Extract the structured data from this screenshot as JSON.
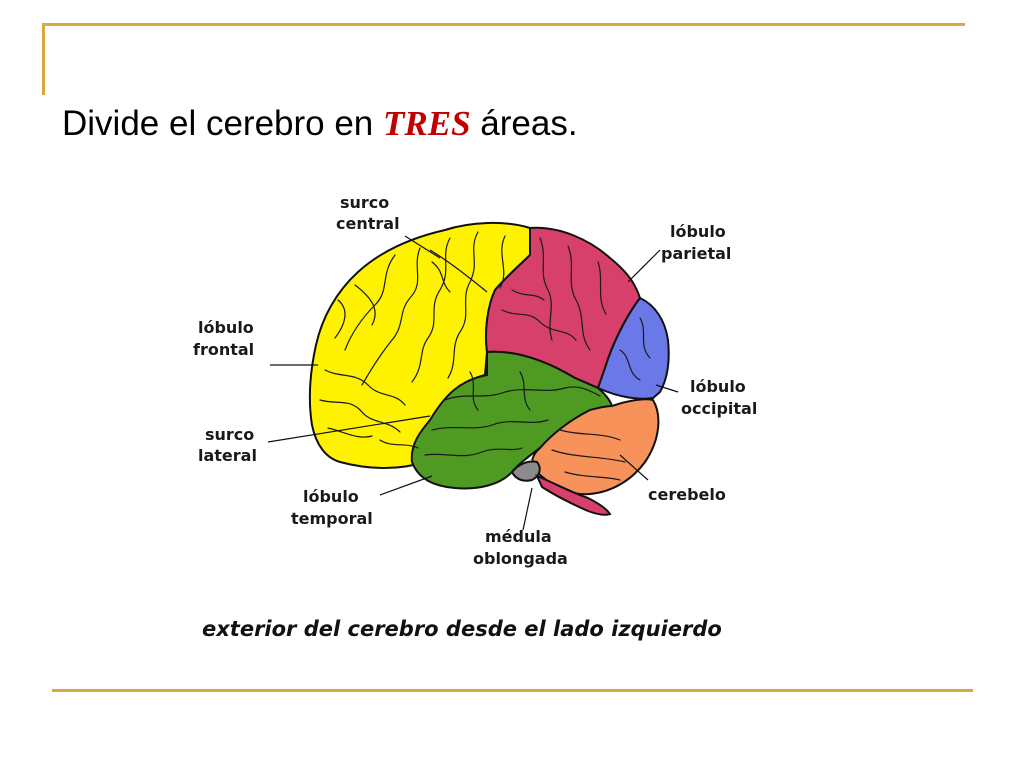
{
  "slide": {
    "title_before": "Divide el cerebro en ",
    "title_emphasis": "TRES",
    "title_after": " áreas."
  },
  "diagram": {
    "labels": {
      "surco_central": [
        "surco",
        "central"
      ],
      "lobulo_parietal": [
        "lóbulo",
        "parietal"
      ],
      "lobulo_frontal": [
        "lóbulo",
        "frontal"
      ],
      "lobulo_occipital": [
        "lóbulo",
        "occipital"
      ],
      "surco_lateral": [
        "surco",
        "lateral"
      ],
      "cerebelo": [
        "cerebelo"
      ],
      "lobulo_temporal": [
        "lóbulo",
        "temporal"
      ],
      "medula_oblongada": [
        "médula",
        "oblongada"
      ]
    },
    "caption": "exterior del cerebro desde el lado izquierdo",
    "colors": {
      "frontal": "#FFF200",
      "parietal": "#D6406A",
      "occipital": "#6B78E8",
      "temporal": "#4E9A22",
      "cerebellum": "#F7925A",
      "medulla": "#D6406A",
      "pons": "#8C8C8C",
      "accent_rule": "#D9A93E",
      "title_emphasis": "#C00000"
    }
  }
}
